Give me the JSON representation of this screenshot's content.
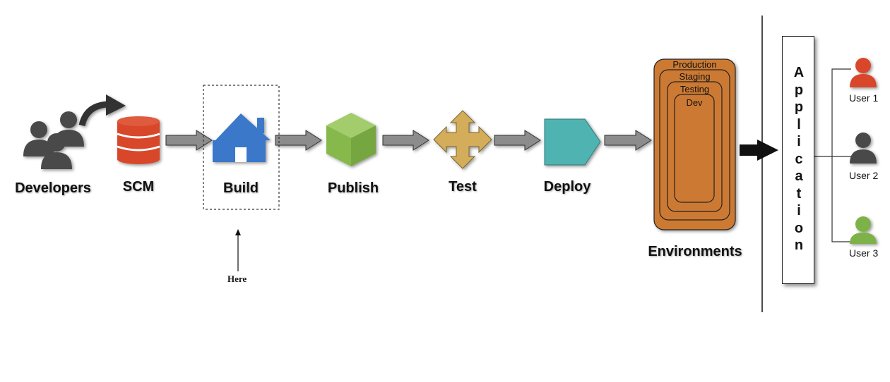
{
  "stages": {
    "developers": "Developers",
    "scm": "SCM",
    "build": "Build",
    "publish": "Publish",
    "test": "Test",
    "deploy": "Deploy",
    "environments": "Environments"
  },
  "here_label": "Here",
  "environments": [
    "Production",
    "Staging",
    "Testing",
    "Dev"
  ],
  "application_letters": [
    "A",
    "p",
    "p",
    "l",
    "i",
    "c",
    "a",
    "t",
    "i",
    "o",
    "n"
  ],
  "users": [
    {
      "label": "User 1",
      "color": "#d9472b"
    },
    {
      "label": "User 2",
      "color": "#4a4a4a"
    },
    {
      "label": "User 3",
      "color": "#7db249"
    }
  ],
  "colors": {
    "scm": "#d9472b",
    "build": "#3a78c9",
    "publish": "#86b84c",
    "test": "#d4ad5a",
    "deploy": "#4fb3b1",
    "environment": "#cc7a33",
    "developers": "#4a4a4a",
    "arrow": "#8c8c8c"
  }
}
